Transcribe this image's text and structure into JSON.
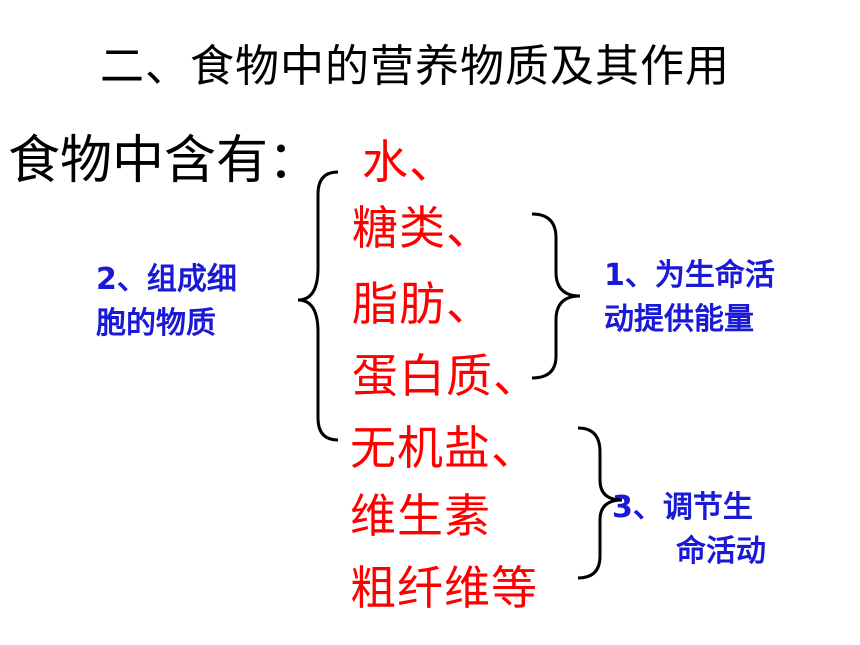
{
  "title": "二、食物中的营养物质及其作用",
  "lead": "食物中含有：",
  "items": [
    "水、",
    "糖类、",
    "脂肪、",
    "蛋白质、",
    "无机盐、",
    "维生素",
    "粗纤维等"
  ],
  "notes": {
    "left_line1": "2、组成细",
    "left_line2": "胞的物质",
    "right_top_line1": "1、为生命活",
    "right_top_line2": "动提供能量",
    "right_bottom_line1": "3、调节生",
    "right_bottom_line2": "命活动"
  },
  "colors": {
    "title": "#000000",
    "item": "#ff0000",
    "note": "#1a1ad6",
    "brace": "#000000"
  }
}
